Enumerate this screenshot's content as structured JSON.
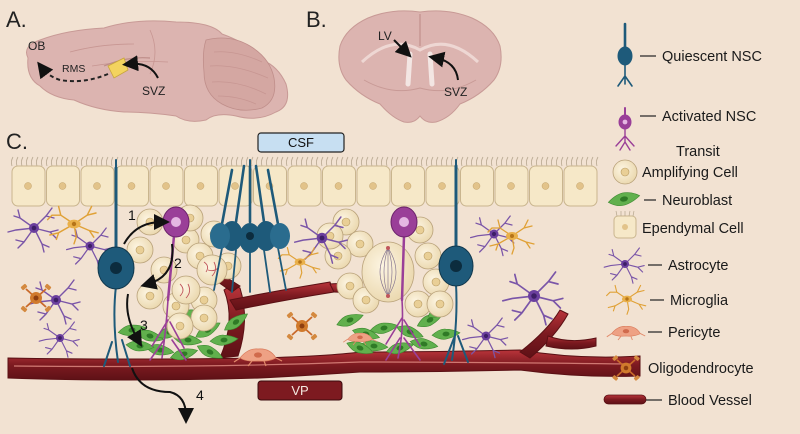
{
  "panels": {
    "a": "A.",
    "b": "B.",
    "c": "C."
  },
  "panel_a": {
    "ob": "OB",
    "rms": "RMS",
    "svz": "SVZ"
  },
  "panel_b": {
    "lv": "LV",
    "svz": "SVZ"
  },
  "panel_c": {
    "csf": "CSF",
    "vp": "VP",
    "steps": [
      "1",
      "2",
      "3",
      "4"
    ]
  },
  "legend": [
    {
      "key": "quiescent",
      "text": "Quiescent NSC"
    },
    {
      "key": "activated",
      "text": "Activated NSC"
    },
    {
      "key": "tap_1",
      "text": "Transit"
    },
    {
      "key": "tap_2",
      "text": "Amplifying Cell"
    },
    {
      "key": "neuroblast",
      "text": "Neuroblast"
    },
    {
      "key": "ependymal",
      "text": "Ependymal Cell"
    },
    {
      "key": "astrocyte",
      "text": "Astrocyte"
    },
    {
      "key": "microglia",
      "text": "Microglia"
    },
    {
      "key": "pericyte",
      "text": "Pericyte"
    },
    {
      "key": "oligo",
      "text": "Oligodendrocyte"
    },
    {
      "key": "vessel",
      "text": "Blood Vessel"
    }
  ],
  "colors": {
    "background": "#f2e2d2",
    "brain": "#dcb4b0",
    "quiescent_nsc": "#1e5a7a",
    "activated_nsc": "#9a3f98",
    "tap_cell": "#f7e9c8",
    "neuroblast": "#5cae4a",
    "astrocyte": "#7a55a8",
    "microglia": "#e6a73a",
    "pericyte": "#e99a7e",
    "oligodendrocyte": "#c9692a",
    "vessel": "#8a1e24",
    "csf_box": "#c7dff2"
  }
}
